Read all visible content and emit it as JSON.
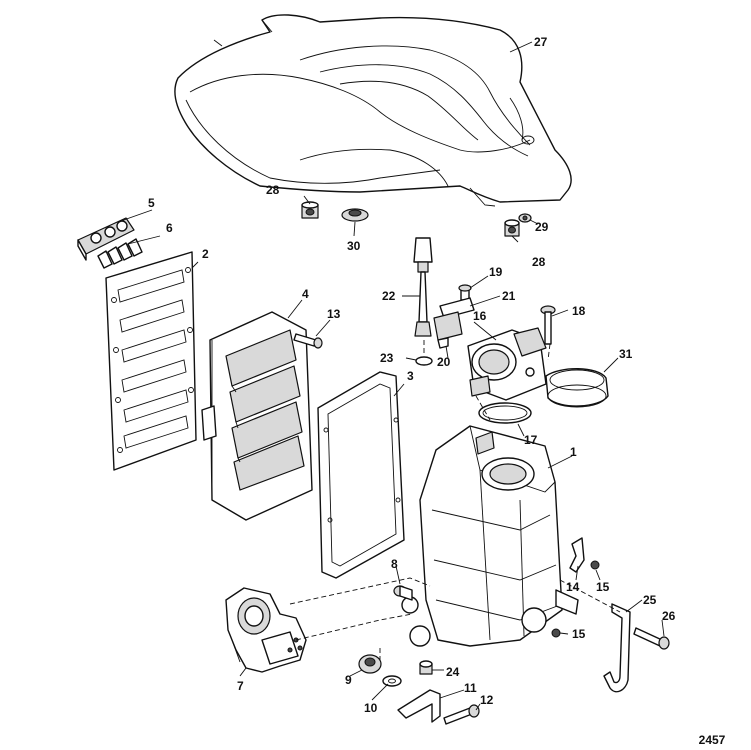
{
  "callouts": {
    "c1": "1",
    "c2": "2",
    "c3": "3",
    "c4": "4",
    "c5": "5",
    "c6": "6",
    "c7": "7",
    "c8": "8",
    "c9": "9",
    "c10": "10",
    "c11": "11",
    "c12": "12",
    "c13": "13",
    "c14": "14",
    "c15a": "15",
    "c15b": "15",
    "c16": "16",
    "c17": "17",
    "c18": "18",
    "c19": "19",
    "c20": "20",
    "c21": "21",
    "c22": "22",
    "c23": "23",
    "c24": "24",
    "c25": "25",
    "c26": "26",
    "c27": "27",
    "c28a": "28",
    "c28b": "28",
    "c29": "29",
    "c30": "30",
    "c31": "31"
  },
  "reference_number": "2457"
}
